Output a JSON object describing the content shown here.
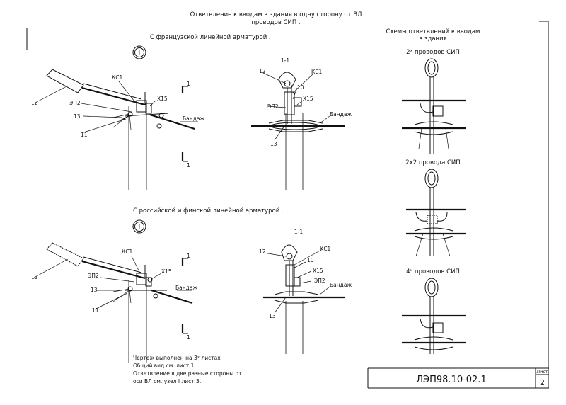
{
  "header": {
    "title_line1": "Ответвление к вводам в здания в одну сторону от ВЛ",
    "title_line2": "проводов СИП ."
  },
  "top_section": {
    "caption": "С французской линейной арматурой .",
    "node_number": "I",
    "section_label": "1-1",
    "cut_mark": "1"
  },
  "bottom_section": {
    "caption": "С российской и финской линейной арматурой .",
    "node_number": "I",
    "section_label": "1-1",
    "cut_mark": "1"
  },
  "labels": {
    "ks1": "КС1",
    "x15": "Х15",
    "ep2": "ЭП2",
    "n12": "12",
    "n13": "13",
    "n11": "11",
    "n10": "10",
    "bandage": "Бандаж"
  },
  "schemes": {
    "title_line1": "Схемы ответвлений к вводам",
    "title_line2": "в здания",
    "scheme1": "2ˣ проводов СИП",
    "scheme2": "2х2 провода СИП",
    "scheme3": "4ˣ проводов СИП"
  },
  "notes": {
    "line1": "Чертеж выполнен на 3ˣ листах",
    "line2": "Общий вид см. лист 1.",
    "line3": "Ответвление в две разные стороны от",
    "line4": "оси ВЛ см. узел I лист 3."
  },
  "stamp": {
    "doc_code": "ЛЭП98.10-02.1",
    "sheet_label": "Лист",
    "sheet_number": "2"
  }
}
